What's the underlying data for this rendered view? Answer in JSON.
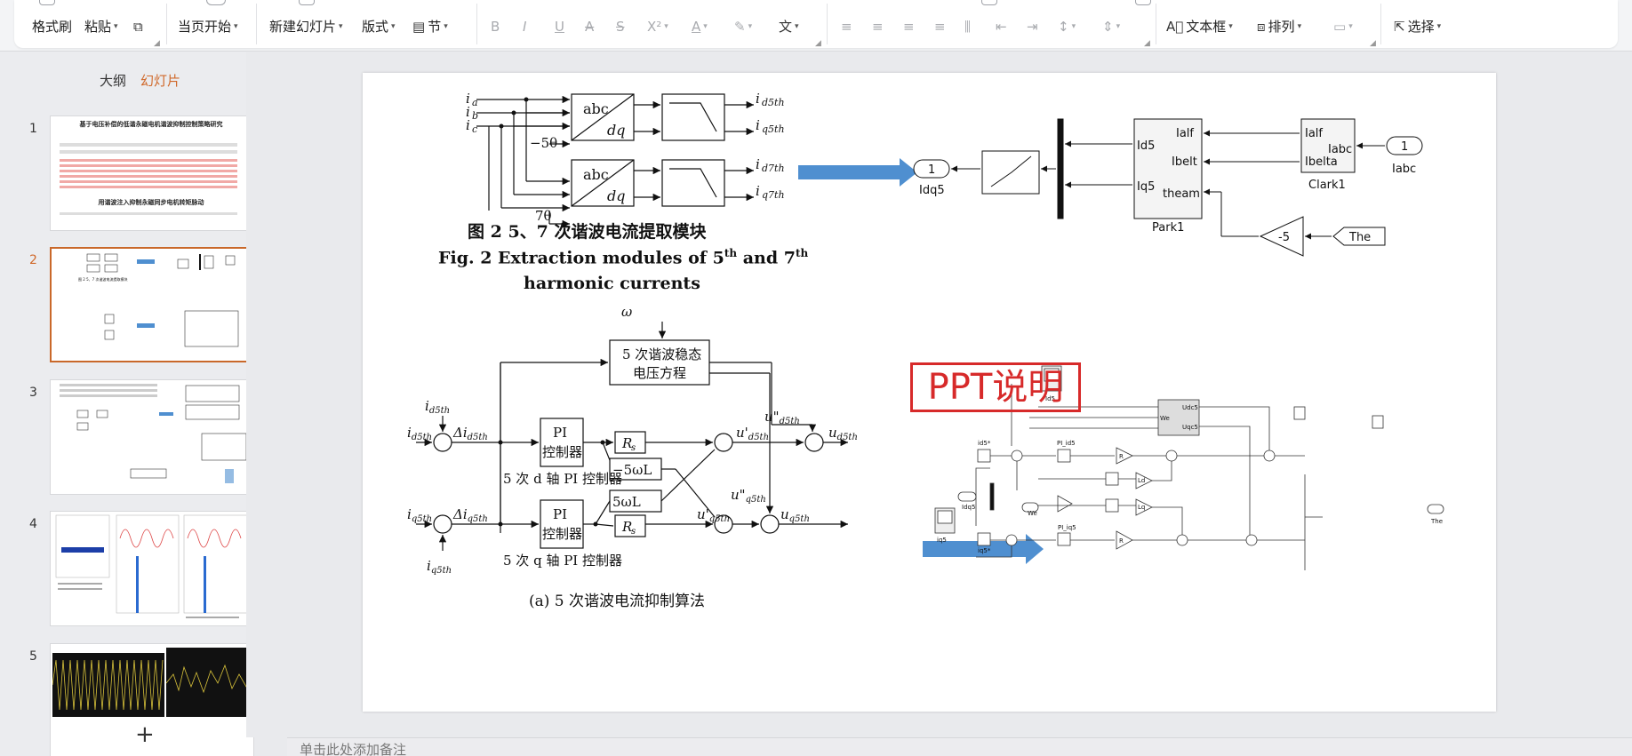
{
  "ribbon": {
    "format_painter": "格式刷",
    "paste": "粘贴",
    "from_current": "当页开始",
    "new_slide": "新建幻灯片",
    "layout": "版式",
    "section": "节",
    "text_box": "文本框",
    "arrange": "排列",
    "select": "选择"
  },
  "left_pane": {
    "tab_outline": "大纲",
    "tab_slides": "幻灯片",
    "slide_numbers": [
      "1",
      "2",
      "3",
      "4",
      "5"
    ],
    "current_slide": 2
  },
  "thumbnails": {
    "s1_title": "基于电压补偿的低谐永磁电机谐波抑制控制策略研究",
    "s1_sub": "用谐波注入抑制永磁同步电机转矩脉动",
    "s2_caption": "图 2  5、7 次谐波电流提取模块"
  },
  "slide": {
    "fig_title_cn": "图 2    5、7 次谐波电流提取模块",
    "fig_title_en_1": "Fig. 2    Extraction modules of 5",
    "fig_title_en_sup1": "th",
    "fig_title_en_2": " and 7",
    "fig_title_en_sup2": "th",
    "fig_title_en_3": "harmonic currents",
    "sub_caption": "(a)  5 次谐波电流抑制算法",
    "ppt_note": "PPT说明",
    "ia": "i",
    "block_abc": "abc",
    "block_dq": "dq",
    "minus5theta": "−5θ",
    "seven_theta": "7θ",
    "out_d5": "i",
    "out_d5_sub": "d5th",
    "out_q5_sub": "q5th",
    "out_d7_sub": "d7th",
    "out_q7_sub": "q7th",
    "sim_out1": "1",
    "sim_idq5": "Idq5",
    "sim_id5": "Id5",
    "sim_iq5": "Iq5",
    "sim_theam": "theam",
    "sim_ialf": "Ialf",
    "sim_ibelt": "Ibelt",
    "sim_park": "Park1",
    "sim_ialf2": "Ialf",
    "sim_ibelta": "Ibelta",
    "sim_iabc_port": "Iabc",
    "sim_clark": "Clark1",
    "sim_in1": "1",
    "sim_iabc": "Iabc",
    "sim_gain": "-5",
    "sim_the": "The",
    "omega": "ω",
    "steady_1": "5 次谐波稳态",
    "steady_2": "电压方程",
    "pi": "PI",
    "pi_ctrl": "控制器",
    "rs": "R",
    "rs_sub": "s",
    "neg5wl": "−5ωL",
    "pos5wl": "5ωL",
    "d_axis_label": "5 次 d 轴 PI 控制器",
    "q_axis_label": "5 次 q 轴 PI 控制器",
    "sm_id5": "Id5",
    "sm_iq5": "iq5",
    "sm_pi_id5": "PI_id5",
    "sm_pi_iq5": "PI_iq5",
    "sm_udc5": "Udc5",
    "sm_uqc5": "Uqc5",
    "sm_we": "We",
    "sm_the": "The",
    "sm_idq5": "Idq5",
    "sm_id5s": "id5*",
    "sm_iq5s": "iq5*",
    "sm_r": "R",
    "sm_ld": "Ld",
    "sm_lq": "Lq"
  },
  "notes_placeholder": "单击此处添加备注",
  "colors": {
    "accent": "#d0692b",
    "arrow": "#4f8fd0",
    "red": "#d72a2a"
  }
}
